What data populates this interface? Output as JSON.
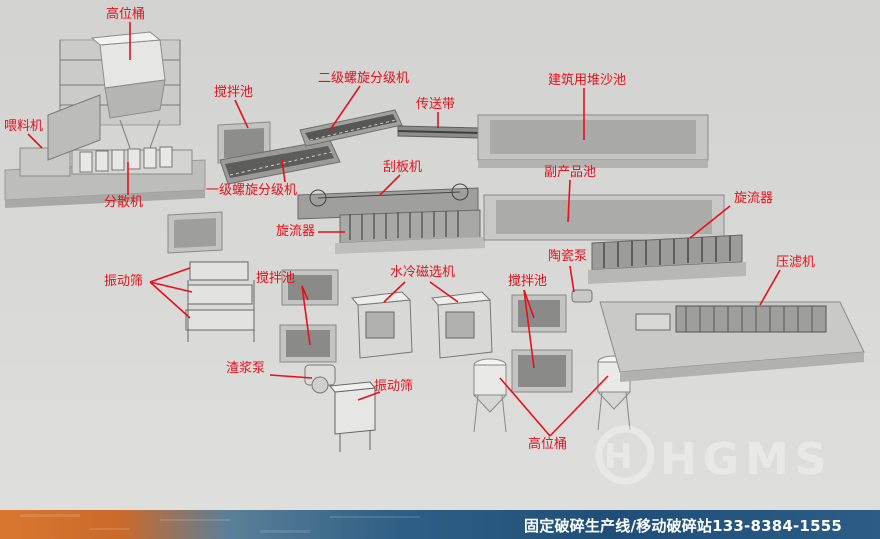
{
  "labels": {
    "header_tank_top": "高位桶",
    "feeder": "喂料机",
    "mixing_tank_1": "搅拌池",
    "secondary_spiral_classifier": "二级螺旋分级机",
    "conveyor_belt": "传送带",
    "construction_sand_pile": "建筑用堆沙池",
    "disperser": "分散机",
    "primary_spiral_classifier": "一级螺旋分级机",
    "scraper": "刮板机",
    "byproduct_pool": "副产品池",
    "hydrocyclone_right": "旋流器",
    "hydrocyclone_left": "旋流器",
    "ceramic_pump": "陶瓷泵",
    "vibrating_screen_1": "振动筛",
    "mixing_tank_2": "搅拌池",
    "water_cooled_magnetic_separator": "水冷磁选机",
    "mixing_tank_3": "搅拌池",
    "filter_press": "压滤机",
    "slurry_pump": "渣浆泵",
    "vibrating_screen_2": "振动筛",
    "header_tank_bottom": "高位桶"
  },
  "watermark": "HGMS",
  "banner": {
    "text": "固定破碎生产线/移动破碎站133-8384-1555"
  },
  "colors": {
    "label": "#e8101a",
    "leader": "#e8101a",
    "banner_text": "#ffffff"
  }
}
